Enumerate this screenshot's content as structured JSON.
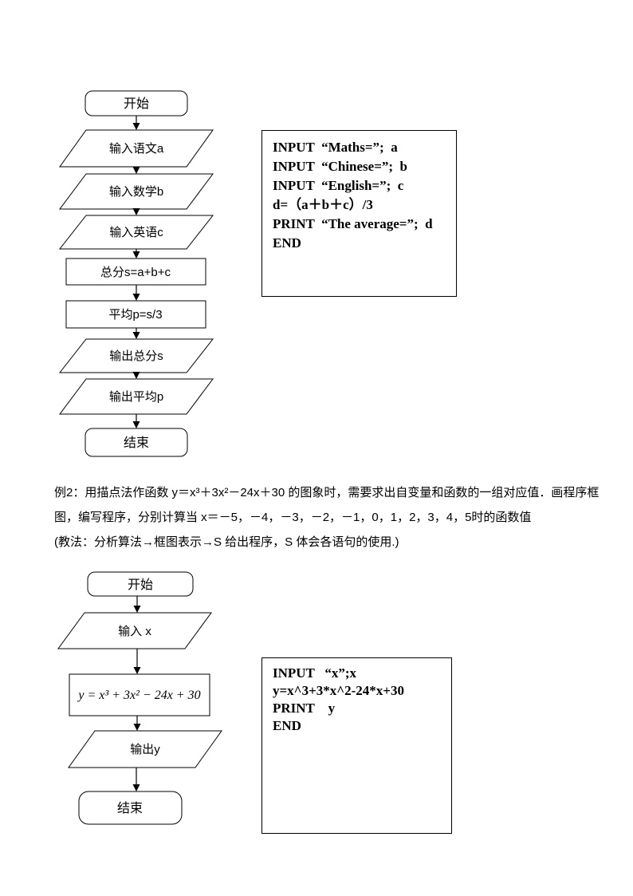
{
  "flowchart1": {
    "nodes": {
      "start": "开始",
      "input_a": "输入语文a",
      "input_b": "输入数学b",
      "input_c": "输入英语c",
      "process_sum": "总分s=a+b+c",
      "process_avg": "平均p=s/3",
      "output_s": "输出总分s",
      "output_p": "输出平均p",
      "end": "结束"
    }
  },
  "code1": {
    "lines": [
      "INPUT  “Maths=”;  a",
      "INPUT  “Chinese=”;  b",
      "INPUT  “English=”;  c",
      "d=（a＋b＋c）/3",
      "PRINT  “The average=”;  d",
      "END"
    ]
  },
  "paragraph": {
    "line1": "例2：用描点法作函数 y＝x³＋3x²－24x＋30 的图象时，需要求出自变量和函数的一组对应值．画程序框",
    "line2": "图，编写程序，分别计算当 x＝－5，－4，－3，－2，－1，0，1，2，3，4，5时的函数值",
    "line3": "(教法：分析算法→框图表示→S 给出程序，S 体会各语句的使用.)"
  },
  "flowchart2": {
    "nodes": {
      "start": "开始",
      "input_x": "输入 x",
      "formula": "y = x³ + 3x² − 24x + 30",
      "output_y": "输出y",
      "end": "结束"
    }
  },
  "code2": {
    "lines": [
      "INPUT   “x”;x",
      "y=x^3+3*x^2-24*x+30",
      "PRINT    y",
      "END"
    ]
  },
  "colors": {
    "ink": "#000000",
    "paper": "#ffffff"
  }
}
